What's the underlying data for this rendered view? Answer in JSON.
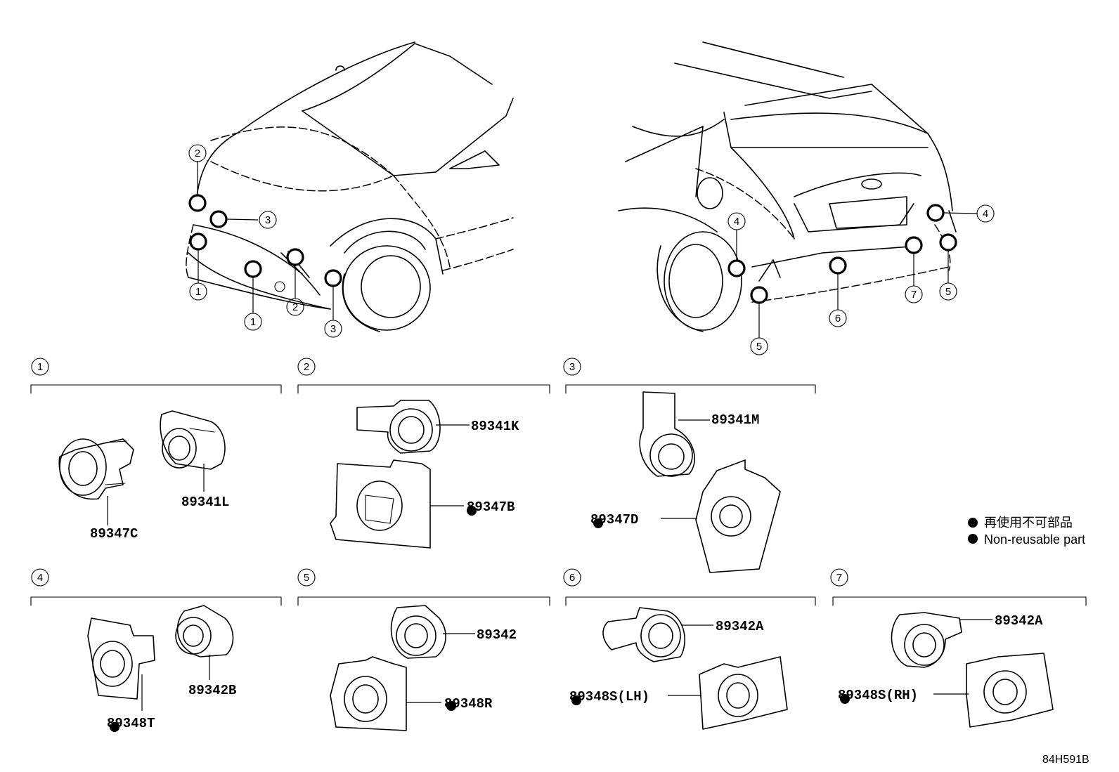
{
  "front_view": {
    "callouts": [
      "2",
      "3",
      "1",
      "1",
      "2",
      "3"
    ]
  },
  "rear_view": {
    "callouts": [
      "4",
      "4",
      "7",
      "5",
      "6",
      "5"
    ]
  },
  "sections": [
    {
      "number": "1",
      "parts": [
        "89347C",
        "89341L"
      ]
    },
    {
      "number": "2",
      "parts": [
        "89341K",
        "89347B"
      ]
    },
    {
      "number": "3",
      "parts": [
        "89341M",
        "89347D"
      ]
    },
    {
      "number": "4",
      "parts": [
        "89348T",
        "89342B"
      ]
    },
    {
      "number": "5",
      "parts": [
        "89342",
        "89348R"
      ]
    },
    {
      "number": "6",
      "parts": [
        "89342A",
        "89348S(LH)"
      ]
    },
    {
      "number": "7",
      "parts": [
        "89342A",
        "89348S(RH)"
      ]
    }
  ],
  "legend": {
    "japanese": "再使用不可部品",
    "english": "Non-reusable part"
  },
  "non_reusable_marker": "●",
  "illustration_code": "84H591B"
}
